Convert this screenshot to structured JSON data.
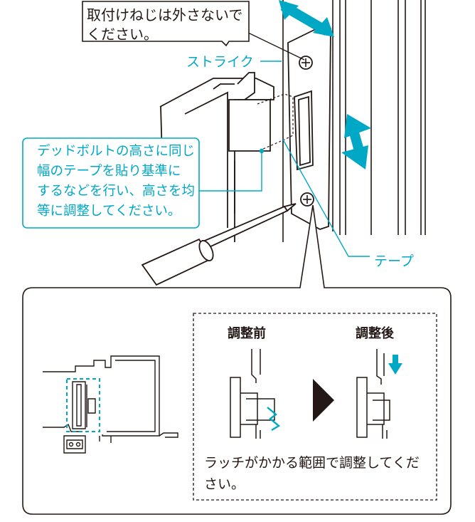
{
  "notes": {
    "screw_line1": "取付けねじは外さないで",
    "screw_line2": "ください。",
    "tape_line1": "デッドボルトの高さに同じ",
    "tape_line2": "幅のテープを貼り基準に",
    "tape_line3": "するなどを行い、高さを均",
    "tape_line4": "等に調整してください。",
    "latch": "ラッチがかかる範囲で調整してください。"
  },
  "labels": {
    "strike": "ストライク",
    "tape": "テープ",
    "before": "調整前",
    "after": "調整後"
  },
  "colors": {
    "accent": "#00a8c6",
    "line": "#231815"
  },
  "icons": [
    "horizontal-adjust-arrow-icon",
    "vertical-adjust-arrow-icon",
    "next-arrow-icon",
    "down-arrow-icon",
    "latch-hit-icon",
    "screw-top-icon",
    "screw-bottom-icon"
  ]
}
